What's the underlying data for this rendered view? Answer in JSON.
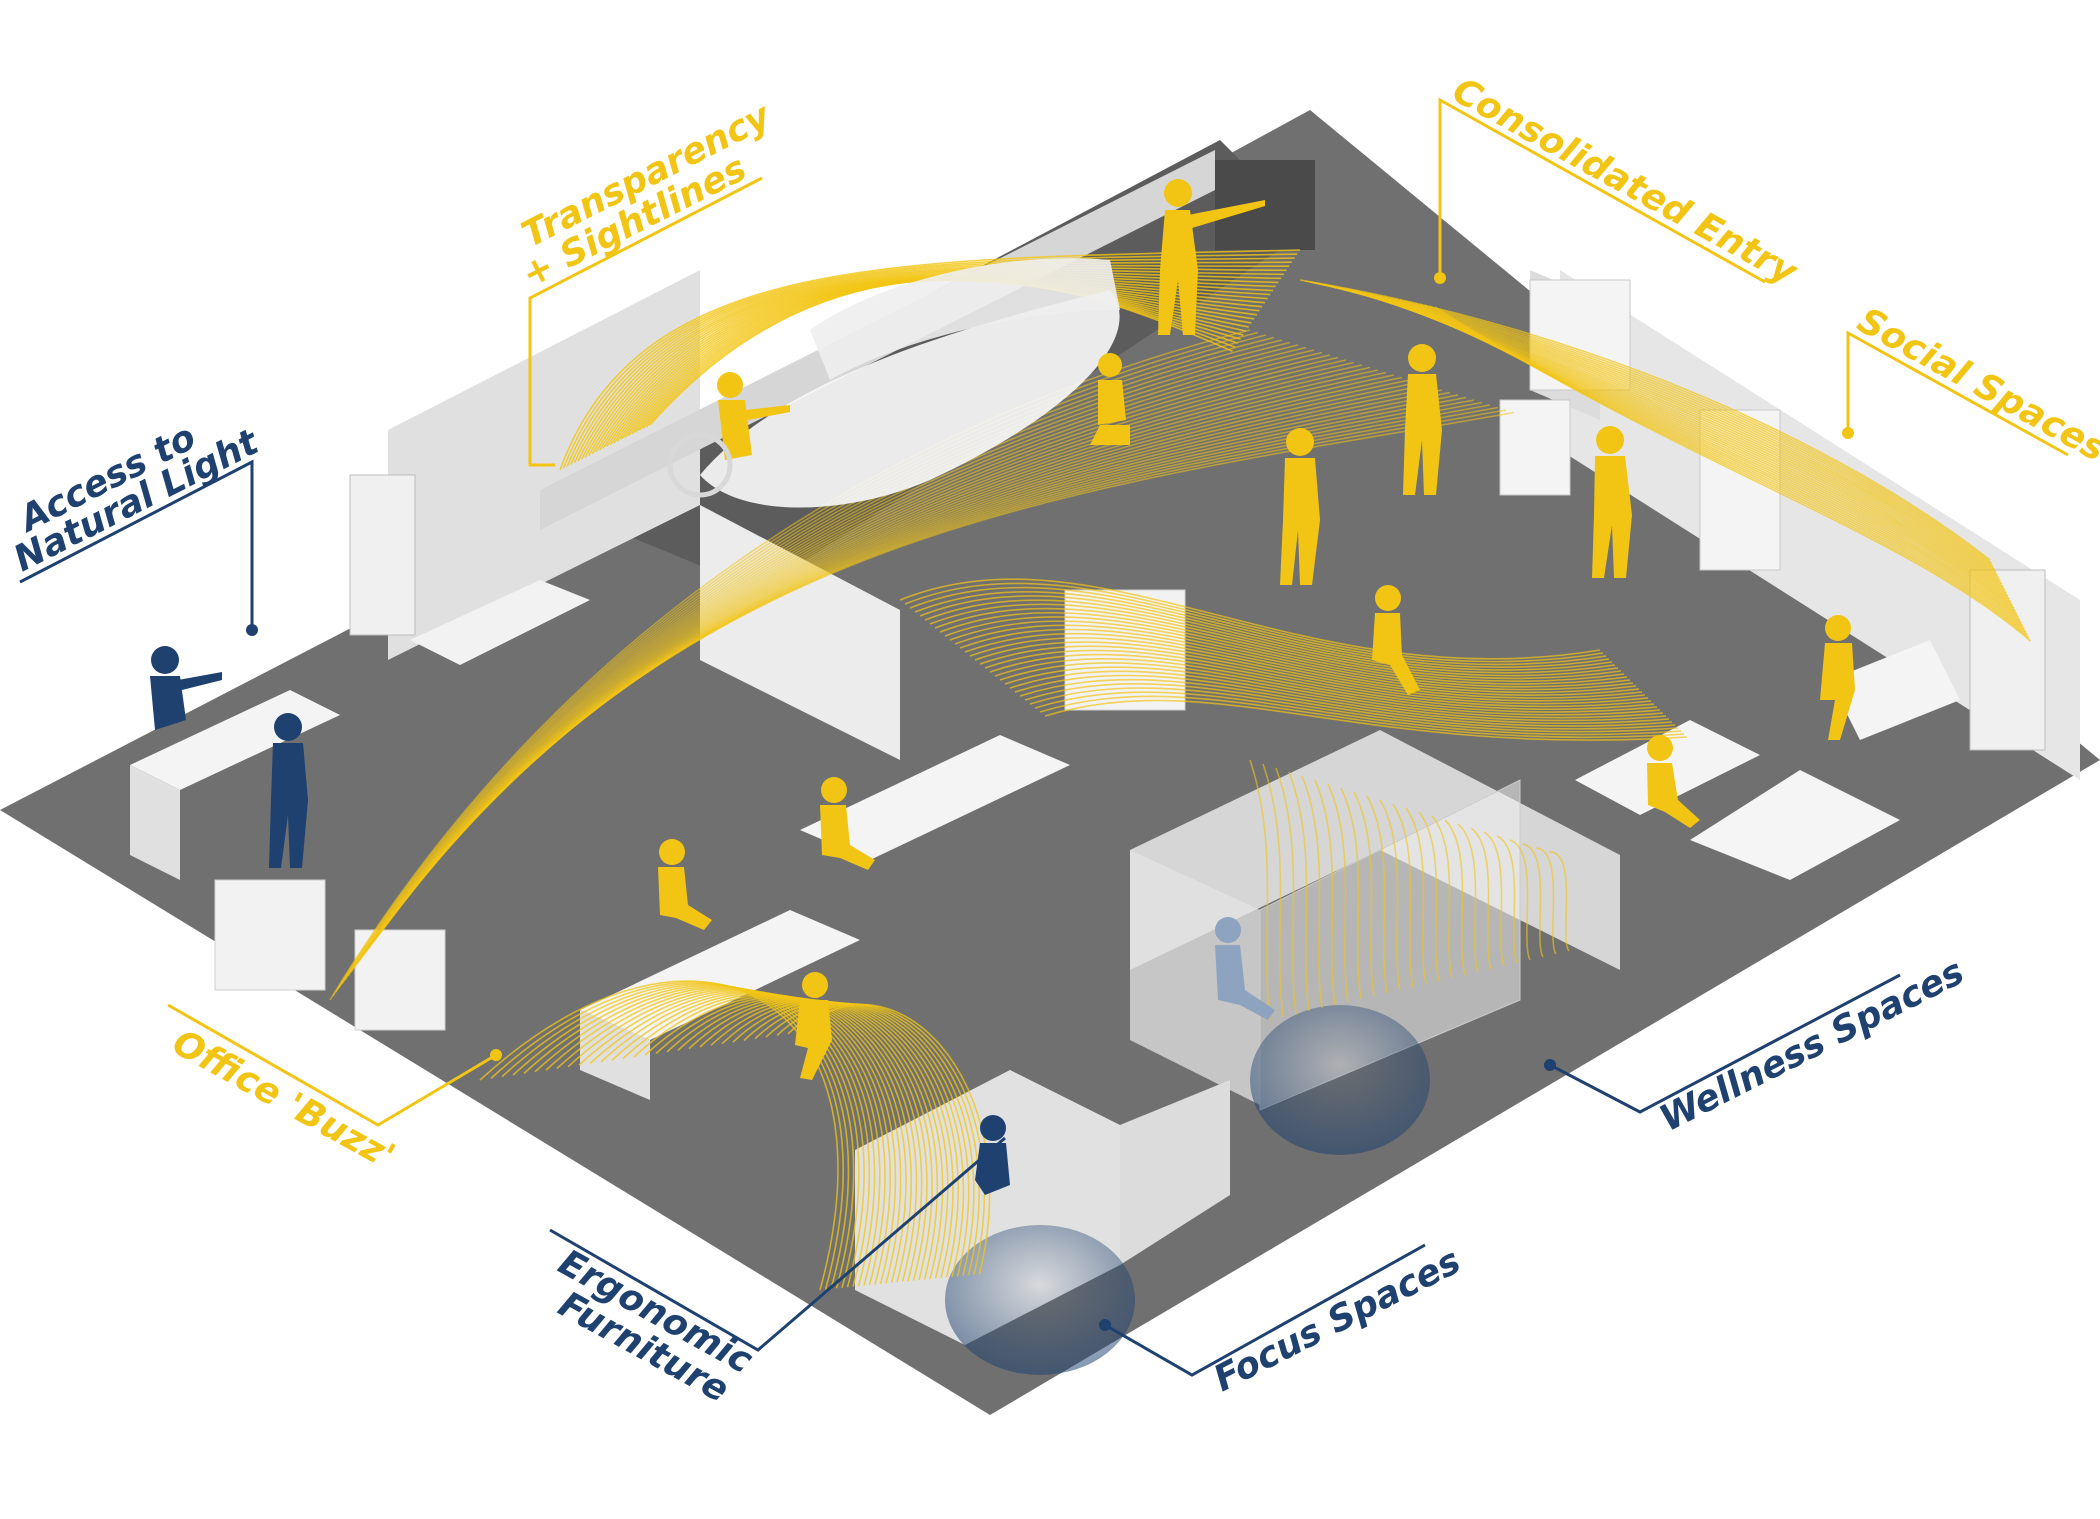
{
  "colors": {
    "yellow": "#f2c515",
    "navy": "#1e4170",
    "floor": "#707070",
    "wall": "#e3e3e3",
    "furniture": "#f2f2f2"
  },
  "labels": {
    "transparency": {
      "line1": "Transparency",
      "line2": "+ Sightlines"
    },
    "entry": "Consolidated Entry",
    "social": "Social Spaces",
    "light": {
      "line1": "Access to",
      "line2": "Natural Light"
    },
    "buzz": "Office 'Buzz'",
    "wellness": "Wellness Spaces",
    "ergonomic": {
      "line1": "Ergonomic",
      "line2": "Furniture"
    },
    "focus": "Focus Spaces"
  }
}
